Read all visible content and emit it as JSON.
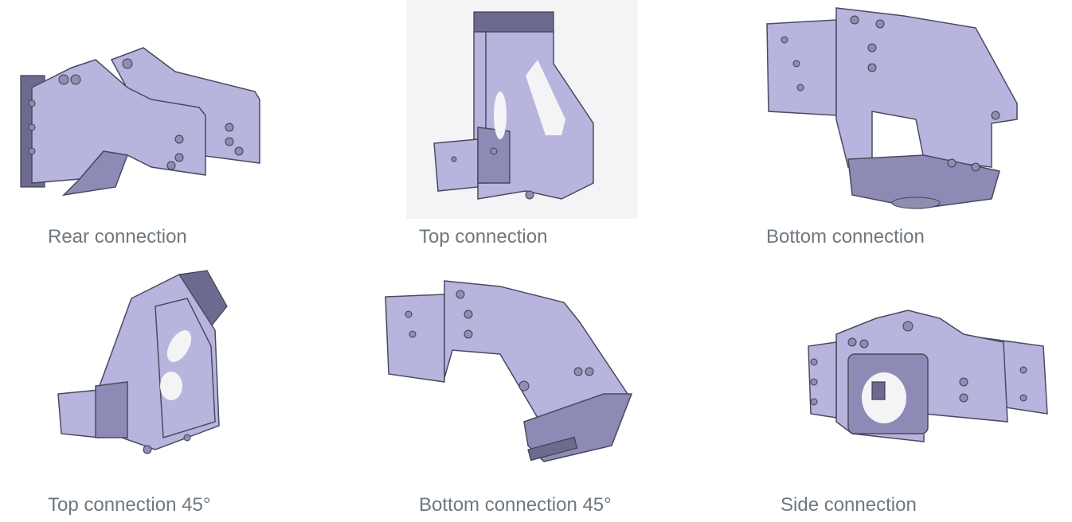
{
  "items": [
    {
      "caption": "Rear connection",
      "icon": "rear-connection-part"
    },
    {
      "caption": "Top connection",
      "icon": "top-connection-part"
    },
    {
      "caption": "Bottom connection",
      "icon": "bottom-connection-part"
    },
    {
      "caption": "Top connection 45°",
      "icon": "top-connection-45-part"
    },
    {
      "caption": "Bottom connection 45°",
      "icon": "bottom-connection-45-part"
    },
    {
      "caption": "Side connection",
      "icon": "side-connection-part"
    }
  ],
  "colors": {
    "part_fill": "#b7b5de",
    "caption": "#6e7880"
  }
}
